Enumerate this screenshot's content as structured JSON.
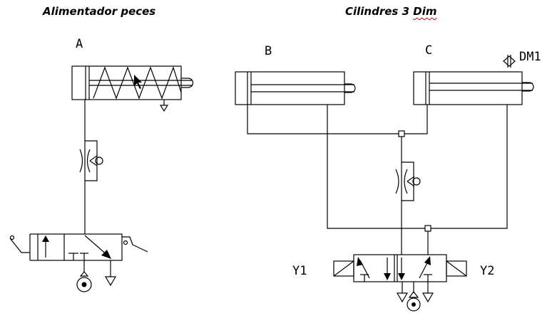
{
  "titles": {
    "left": "Alimentador peces",
    "right_word": "Cilindres 3",
    "right_underlined": "Dim"
  },
  "labels": {
    "cylinder_a": "A",
    "cylinder_b": "B",
    "cylinder_c": "C",
    "sensor": "DM1",
    "solenoid_left": "Y1",
    "solenoid_right": "Y2"
  }
}
